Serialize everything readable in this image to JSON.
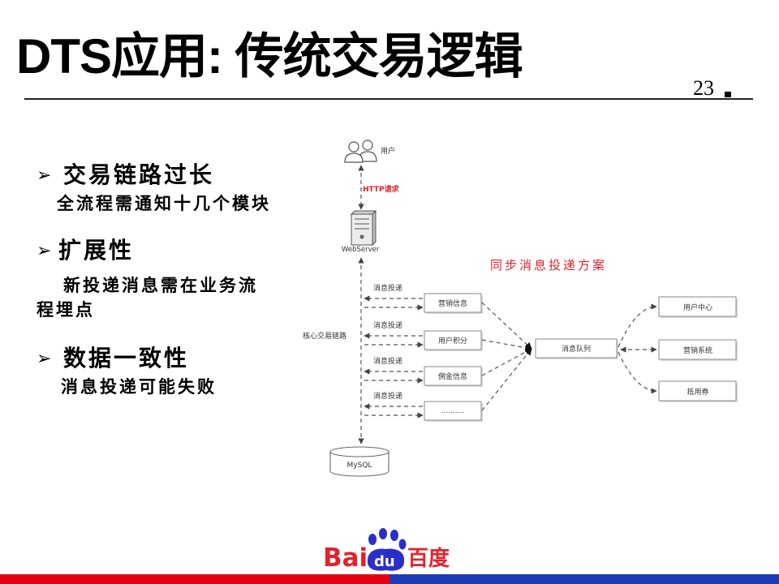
{
  "slide": {
    "title": "DTS应用: 传统交易逻辑",
    "page_number": "23"
  },
  "bullets": [
    {
      "marker": "➢",
      "heading": "交易链路过长",
      "detail_lines": [
        "全流程需通知十几个模块"
      ]
    },
    {
      "marker": "➢",
      "heading": "扩展性",
      "detail_lines": [
        "新投递消息需在业务流",
        "程埋点"
      ]
    },
    {
      "marker": "➢",
      "heading": "数据一致性",
      "detail_lines": [
        "消息投递可能失败"
      ]
    }
  ],
  "diagram": {
    "caption": "同步消息投递方案",
    "user_label": "用户",
    "http_label": "HTTP请求",
    "webserver_label": "WebServer",
    "core_path_label": "核心交易链路",
    "delivery_label": "消息投递",
    "consumer_boxes": [
      "营销信息",
      "用户积分",
      "佣金信息",
      ".........."
    ],
    "queue_label": "消息队列",
    "downstream_boxes": [
      "用户中心",
      "营销系统",
      "抵用券"
    ],
    "database_label": "MySQL"
  },
  "footer": {
    "logo_left": "Bai",
    "logo_paw": "du",
    "logo_right": "百度"
  },
  "icons": [
    "users-icon",
    "server-icon",
    "database-icon",
    "baidu-paw-icon",
    "page-marker-square-icon"
  ],
  "colors": {
    "title": "#000000",
    "accent_red": "#e3232c",
    "baidu_blue": "#2b2ec9",
    "bar_red": "#e60012",
    "bar_blue": "#1d3bb3"
  }
}
